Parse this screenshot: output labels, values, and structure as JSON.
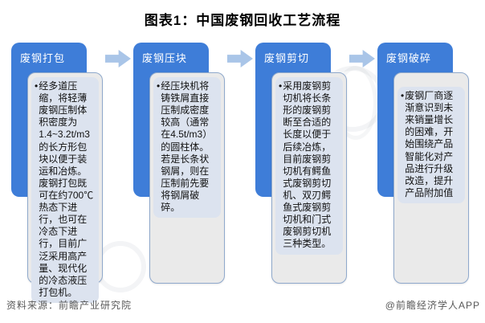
{
  "title": "图表1：中国废钢回收工艺流程",
  "bullet": "•",
  "colors": {
    "header_blue": "#3E7DD8",
    "arrow_blue": "#A9C5E8",
    "card_gray": "#EAEAEA",
    "card_border": "#8FA9CC",
    "text_panel": "#DCE3EF"
  },
  "steps": [
    {
      "label": "废钢打包",
      "description": "经多道压缩，将轻薄废钢压制体积密度为1.4~3.2t/m3的长方形包块以便于装运和冶炼。废钢打包既可在约700℃热态下进行，也可在冷态下进行，目前广泛采用高产量、现代化的冷态液压打包机。"
    },
    {
      "label": "废钢压块",
      "description": "经压块机将铸铁屑直接压制成密度较高（通常在4.5t/m3）的圆柱体。若是长条状钢屑，则在压制前先要将钢屑破碎。"
    },
    {
      "label": "废钢剪切",
      "description": "采用废钢剪切机将长条形的废钢剪断至合适的长度以便于后续冶炼，目前废钢剪切机有鳄鱼式废钢剪切机、双刃鳄鱼式废钢剪切机和门式废钢剪切机三种类型。"
    },
    {
      "label": "废钢破碎",
      "description": "废钢厂商逐渐意识到未来销量增长的困难，开始围绕产品智能化对产品进行升级改造，提升产品附加值"
    }
  ],
  "footer": {
    "source": "资料来源：前瞻产业研究院",
    "brand": "@前瞻经济学人APP"
  }
}
